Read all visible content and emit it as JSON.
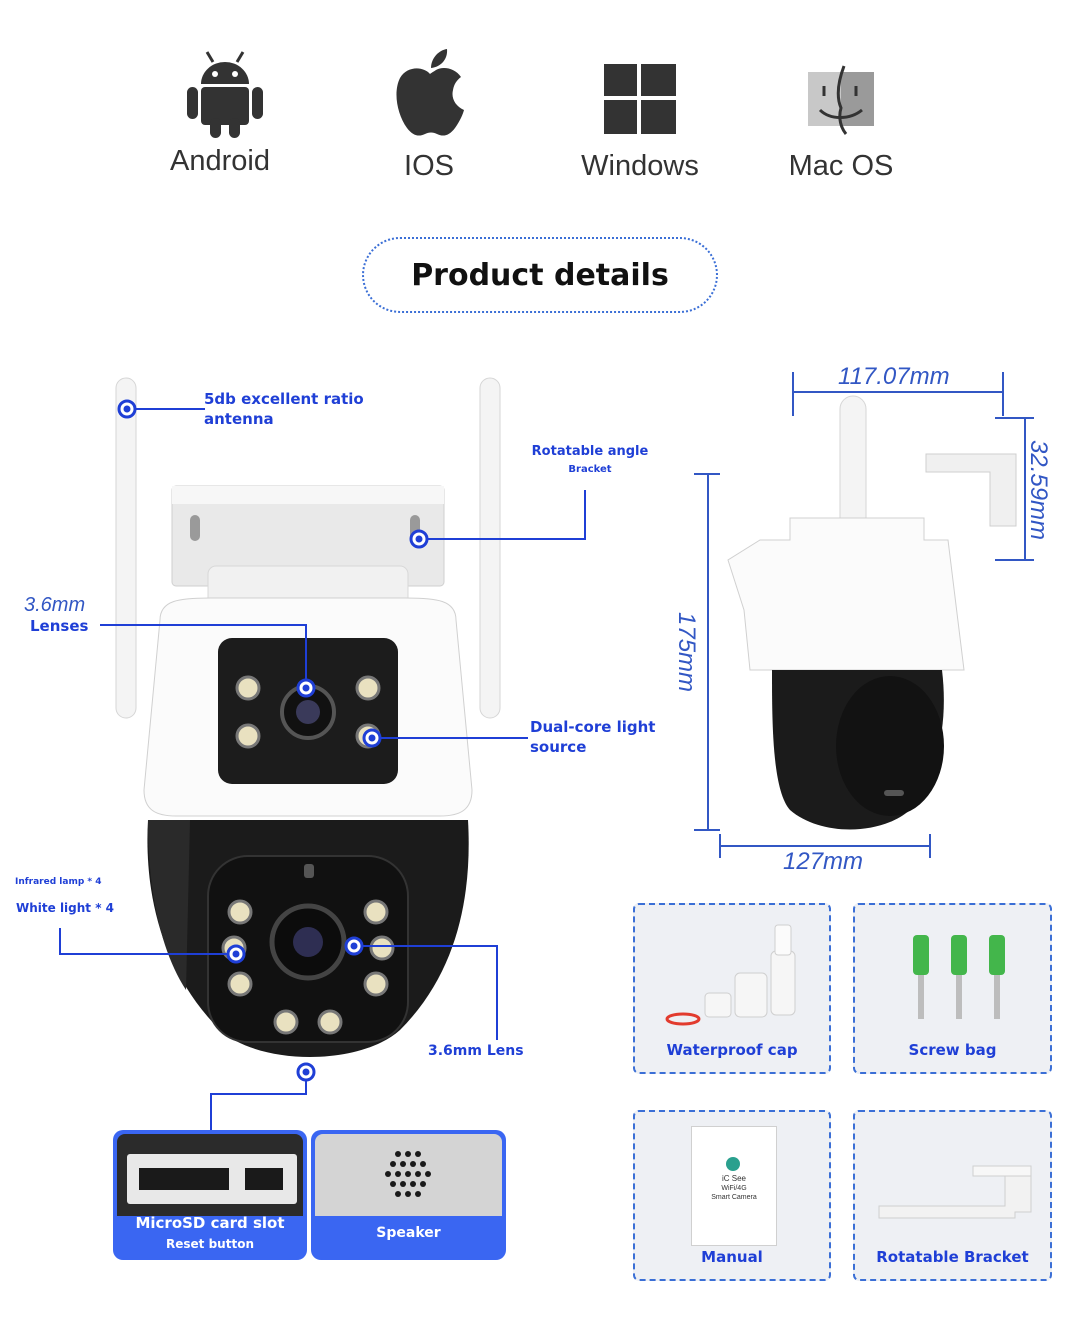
{
  "os_support": [
    {
      "label": "Android",
      "icon": "android-icon"
    },
    {
      "label": "IOS",
      "icon": "apple-icon"
    },
    {
      "label": "Windows",
      "icon": "windows-icon"
    },
    {
      "label": "Mac OS",
      "icon": "finder-icon"
    }
  ],
  "section_title": "Product details",
  "callouts": {
    "antenna_line1": "5db excellent ratio",
    "antenna_line2": "antenna",
    "bracket_line1": "Rotatable angle",
    "bracket_line2": "Bracket",
    "lenses_size": "3.6mm",
    "lenses_label": "Lenses",
    "dual_core_line1": "Dual-core light",
    "dual_core_line2": "source",
    "infrared": "Infrared lamp * 4",
    "white_light": "White light * 4",
    "lens_bottom": "3.6mm Lens"
  },
  "detail_cards": {
    "microsd_title": "MicroSD card slot",
    "microsd_sub": "Reset button",
    "speaker": "Speaker"
  },
  "dimensions": {
    "width_top": "117.07mm",
    "bracket_height": "32.59mm",
    "height": "175mm",
    "width_bottom": "127mm"
  },
  "accessories": {
    "waterproof_cap": "Waterproof cap",
    "screw_bag": "Screw bag",
    "manual": "Manual",
    "rotatable_bracket": "Rotatable Bracket"
  },
  "manual_cover": {
    "brand": "iC See",
    "line1": "WiFi/4G",
    "line2": "Smart Camera"
  },
  "colors": {
    "accent_blue": "#1f3fd6",
    "card_blue": "#3a66f2",
    "text_dark": "#111111"
  }
}
